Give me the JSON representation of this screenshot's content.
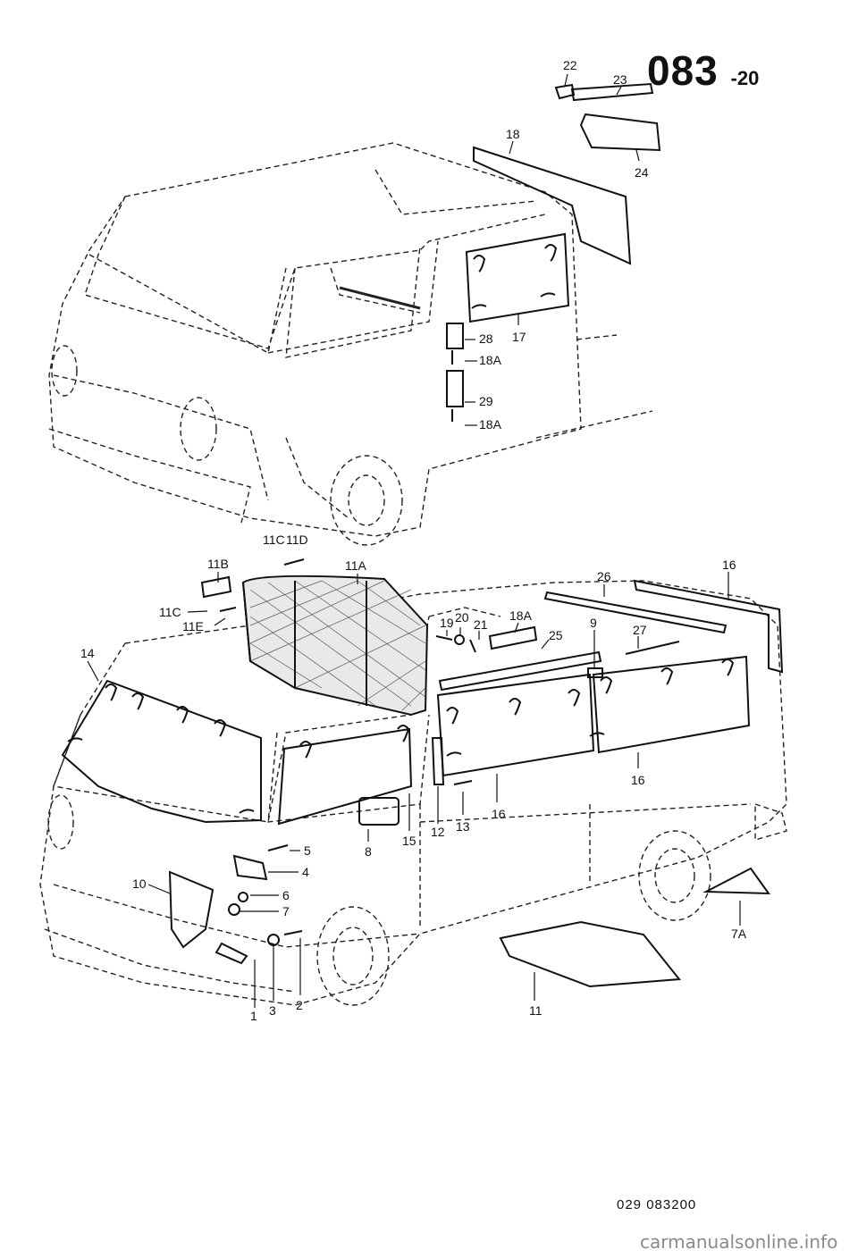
{
  "header": {
    "page_main": "083",
    "page_sub": "20"
  },
  "footer": {
    "catalog_code": "029  083200",
    "watermark": "carmanualsonline.info"
  },
  "callouts": {
    "c22": "22",
    "c23": "23",
    "c24": "24",
    "c18": "18",
    "c28": "28",
    "c17": "17",
    "c18a_1": "18A",
    "c29": "29",
    "c18a_2": "18A",
    "c11c_top": "11C",
    "c11d": "11D",
    "c11b": "11B",
    "c11a": "11A",
    "c11c_left": "11C",
    "c11e": "11E",
    "c14": "14",
    "c19": "19",
    "c20": "20",
    "c21": "21",
    "c18a_3": "18A",
    "c25": "25",
    "c9": "9",
    "c27": "27",
    "c26": "26",
    "c16_top": "16",
    "c16_mid": "16",
    "c16_low": "16",
    "c13": "13",
    "c12": "12",
    "c15": "15",
    "c8": "8",
    "c5": "5",
    "c4": "4",
    "c6": "6",
    "c7": "7",
    "c10": "10",
    "c1": "1",
    "c3": "3",
    "c2": "2",
    "c11": "11",
    "c7a": "7A"
  }
}
